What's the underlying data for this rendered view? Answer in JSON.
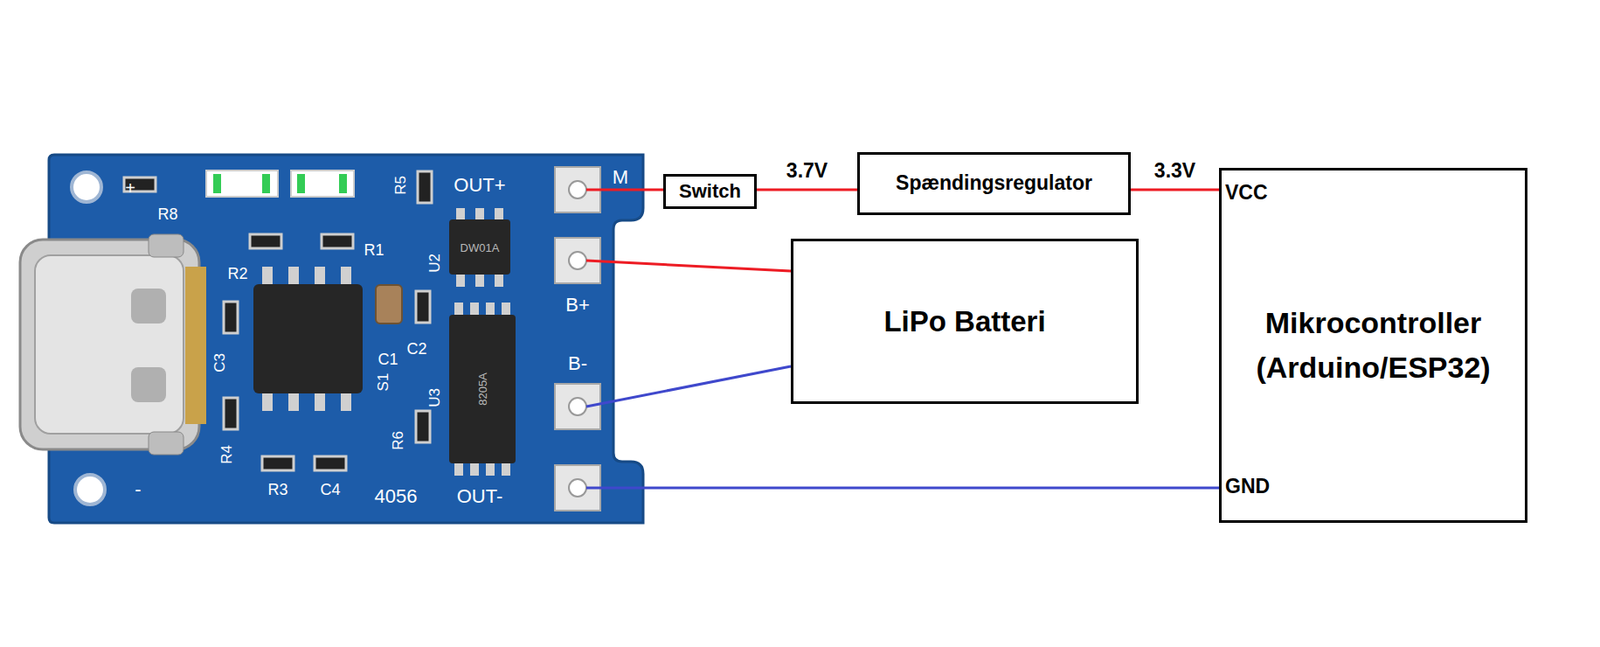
{
  "diagram": {
    "nodes": [
      {
        "text": [
          "Switch"
        ]
      },
      {
        "text": [
          "Spændingsregulator"
        ]
      },
      {
        "text": [
          "LiPo Batteri"
        ]
      },
      {
        "text": [
          "Mikrocontroller (Arduino/ESP32)"
        ]
      }
    ],
    "edges": [
      {
        "from": 0,
        "to": 1,
        "arrow": "none",
        "label": "3.7V"
      },
      {
        "from": 1,
        "to": 3,
        "arrow": "none",
        "label": "3.3V"
      }
    ],
    "labels": [
      "+",
      "R8",
      "R5",
      "OUT+",
      "M",
      "R1",
      "R2",
      "U2",
      "DW01A",
      "B+",
      "C3",
      "C1",
      "C2",
      "S1",
      "8205A",
      "B-",
      "U3",
      "R4",
      "R6",
      "R3",
      "C4",
      "4056",
      "OUT-",
      "-",
      "VCC",
      "GND"
    ]
  }
}
